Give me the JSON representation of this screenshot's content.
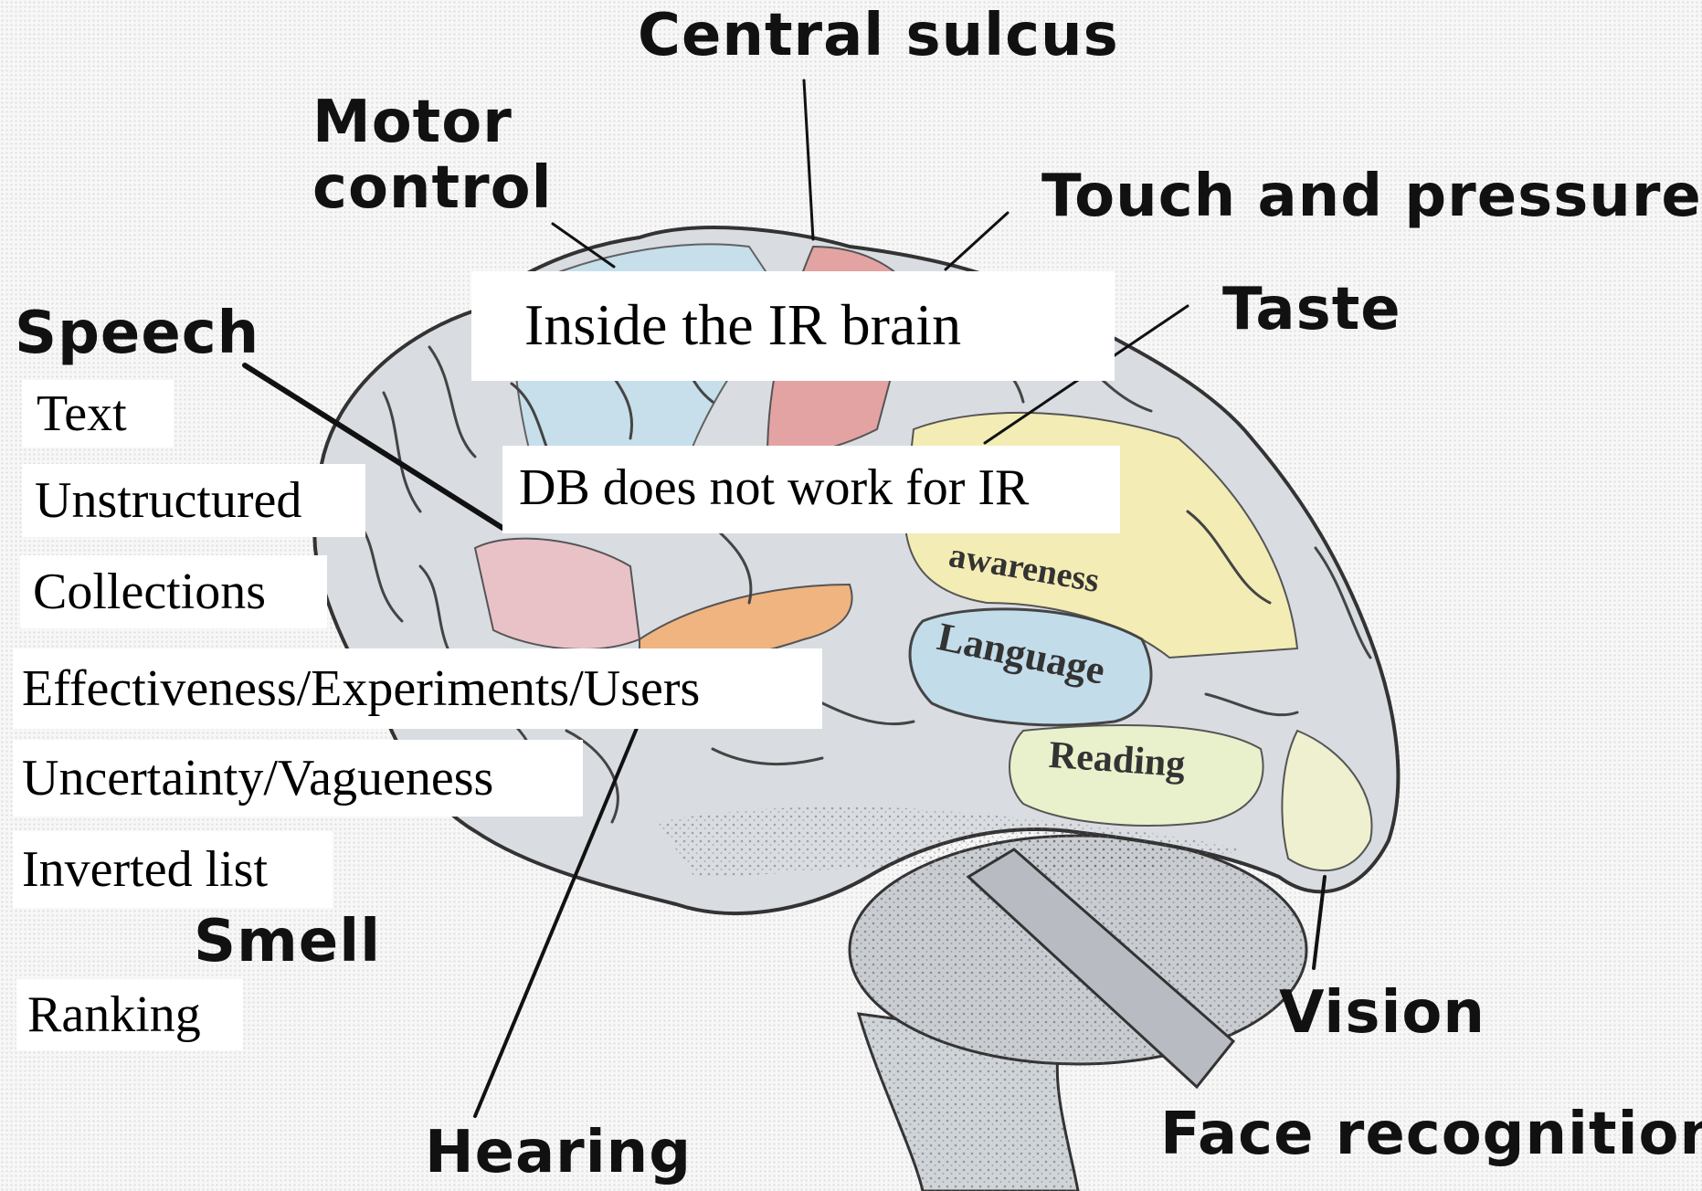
{
  "anatomy_labels": {
    "central_sulcus": "Central sulcus",
    "motor_control": "Motor\ncontrol",
    "touch_pressure": "Touch and pressure",
    "speech": "Speech",
    "taste": "Taste",
    "smell": "Smell",
    "vision": "Vision",
    "hearing": "Hearing",
    "face_recognition": "Face recognition"
  },
  "region_labels": {
    "awareness": "awareness",
    "language": "Language",
    "reading": "Reading"
  },
  "overlay_boxes": {
    "title": "Inside the IR brain",
    "db_note": "DB does not work for IR",
    "text": "Text",
    "unstructured": "Unstructured",
    "collections": "Collections",
    "effectiveness": "Effectiveness/Experiments/Users",
    "uncertainty": "Uncertainty/Vagueness",
    "inverted_list": "Inverted list",
    "ranking": "Ranking"
  },
  "colors": {
    "cortex": "#d9dde2",
    "frontal_blue": "#c4e0ec",
    "motor_red": "#e3a3a3",
    "speech_pink": "#e9c2c8",
    "auditory_orange": "#f0b480",
    "parietal_yellow": "#f3ecb4",
    "language_blue": "#c3dcea",
    "reading_green": "#e9f0cc",
    "cerebellum": "#c9cdd2"
  }
}
